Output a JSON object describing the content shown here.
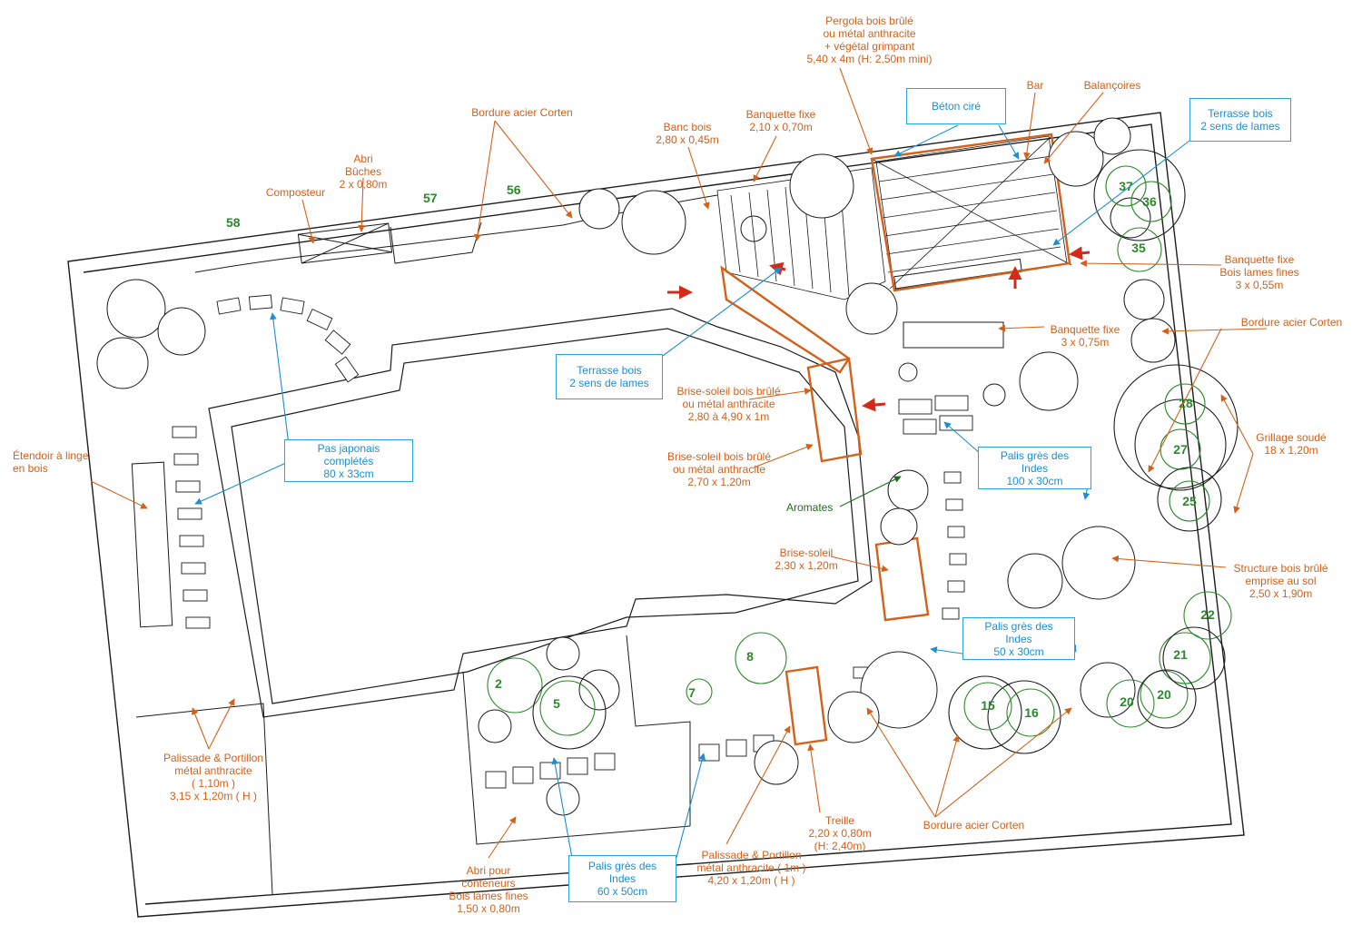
{
  "colors": {
    "ink": "#1c1c1c",
    "annotation": "#d4601a",
    "callout": "#1a8fd4",
    "callout_border": "#2aa3e0",
    "tree": "#2a8a2a",
    "arrow_red": "#d42a1a",
    "aromates": "#1f6e1f"
  },
  "plot_numbers": [
    "58",
    "57",
    "56"
  ],
  "tree_numbers": [
    "37",
    "36",
    "35",
    "28",
    "27",
    "25",
    "22",
    "21",
    "20",
    "20",
    "15",
    "16",
    "8",
    "7",
    "2",
    "5"
  ],
  "labels": {
    "pergola": "Pergola bois brûlé\nou métal anthracite\n+ végétal grimpant\n5,40 x 4m (H: 2,50m mini)",
    "bar": "Bar",
    "balancoires": "Balançoires",
    "bordure_top": "Bordure acier Corten",
    "abri_buches": "Abri Bûches\n2 x 0,80m",
    "composteur": "Composteur",
    "banc_bois": "Banc bois\n2,80 x 0,45m",
    "banquette_fixe_1": "Banquette fixe\n2,10 x 0,70m",
    "banquette_fixe_2": "Banquette fixe\nBois lames fines\n3 x 0,55m",
    "banquette_fixe_3": "Banquette fixe\n3 x 0,75m",
    "bordure_right": "Bordure acier Corten",
    "grillage": "Grillage soudé\n18 x 1,20m",
    "etendoir": "Étendoir à linge\nen bois",
    "brise_soleil_1": "Brise-soleil bois brûlé\nou métal anthracite\n2,80 à 4,90 x 1m",
    "brise_soleil_2": "Brise-soleil bois brûlé\nou métal anthracite\n2,70 x 1,20m",
    "aromates": "Aromates",
    "brise_soleil_3": "Brise-soleil\n2,30 x 1,20m",
    "structure": "Structure bois brûlé\nemprise au sol\n2,50 x 1,90m",
    "palissade_1": "Palissade & Portillon\nmétal anthracite\n( 1,10m )\n3,15 x 1,20m ( H )",
    "abri_conteneurs": "Abri pour conteneurs\nBois lames fines\n1,50 x 0,80m",
    "palissade_2": "Palissade & Portillon\nmétal anthracite ( 1m )\n4,20 x 1,20m ( H )",
    "treille": "Treille\n2,20 x 0,80m\n(H: 2,40m)",
    "bordure_bottom": "Bordure acier Corten"
  },
  "callouts": {
    "beton_cire": "Béton ciré",
    "terrasse_top": "Terrasse bois\n2 sens de lames",
    "terrasse_mid": "Terrasse bois\n2 sens de lames",
    "pas_japonais": "Pas japonais complétés\n80 x 33cm",
    "palis_100": "Palis grès des Indes\n100 x 30cm",
    "palis_50": "Palis grès des Indes\n50 x 30cm",
    "palis_60": "Palis grès des Indes\n60 x 50cm"
  }
}
